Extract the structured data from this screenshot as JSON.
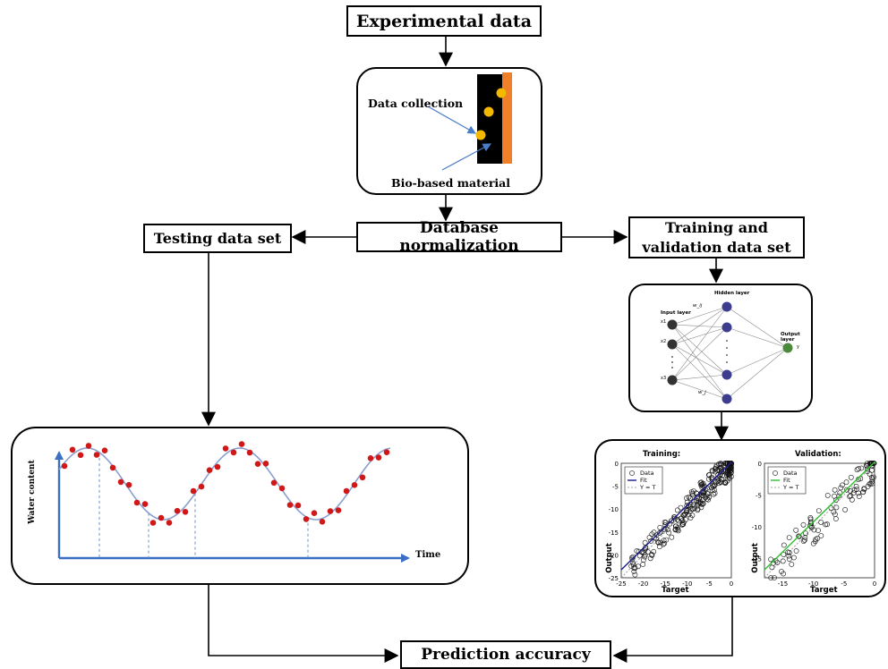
{
  "boxes": {
    "experimental": "Experimental data",
    "normalization": "Database normalization",
    "testing": "Testing data set",
    "training_line1": "Training and",
    "training_line2": "validation data set",
    "prediction": "Prediction accuracy"
  },
  "material_panel": {
    "data_collection": "Data collection",
    "bio_material": "Bio-based material",
    "colors": {
      "slab": "#000000",
      "face": "#ef7f29",
      "point": "#f5b800",
      "arrow": "#4a7cc7"
    }
  },
  "network_panel": {
    "input_layer": "Input layer",
    "hidden_layer": "Hidden layer",
    "output_layer": "Output layer",
    "weight_top": "w_ij",
    "weight_bottom": "w_j",
    "input_labels": [
      "x1",
      "x2",
      "x3"
    ],
    "output_label": "y",
    "colors": {
      "input": "#333333",
      "hidden": "#3d3d8f",
      "output": "#4b8a3a"
    }
  },
  "water_chart": {
    "ylabel": "Water content",
    "xlabel": "Time",
    "colors": {
      "axis": "#3a6fc4",
      "curve": "#8a9fd0",
      "points": "#d01818",
      "drop": "#6d8fc9"
    }
  },
  "regression_charts": {
    "training": {
      "title": "Training:",
      "xlabel": "Target",
      "ylabel": "Output",
      "xticks": [
        "-25",
        "-20",
        "-15",
        "-10",
        "-5",
        "0"
      ],
      "yticks": [
        "0",
        "-5",
        "-10",
        "-15",
        "-20",
        "-25"
      ],
      "legend": [
        "Data",
        "Fit",
        "Y = T"
      ],
      "fit_color": "#1a1a8c"
    },
    "validation": {
      "title": "Validation:",
      "xlabel": "Target",
      "ylabel": "Output",
      "xticks": [
        "-15",
        "-10",
        "-5",
        "0"
      ],
      "yticks": [
        "0",
        "-5",
        "-10",
        "-15"
      ],
      "legend": [
        "Data",
        "Fit",
        "Y = T"
      ],
      "fit_color": "#2fbf2f"
    }
  }
}
